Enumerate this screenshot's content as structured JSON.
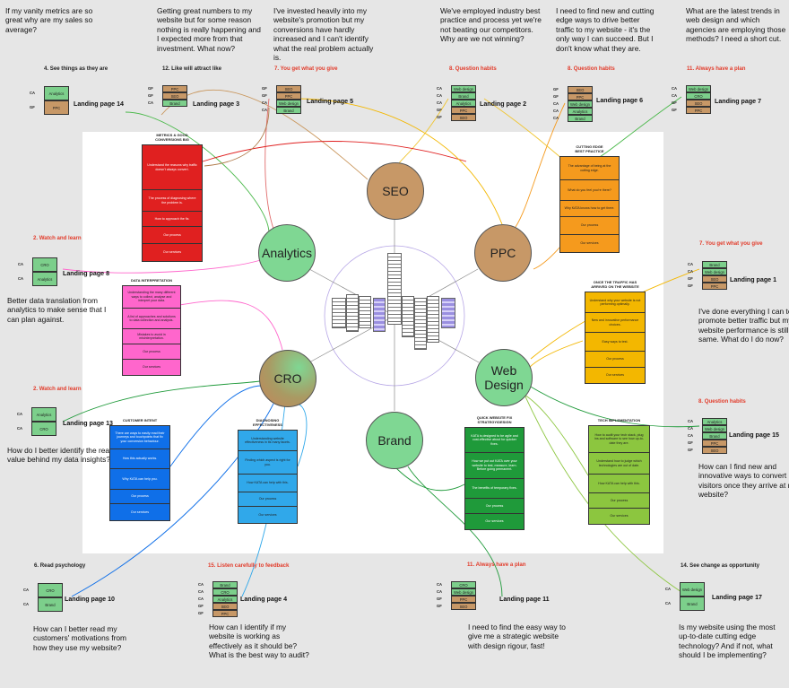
{
  "questions": [
    "If my vanity metrics are so great why are my sales so average?",
    "Getting great numbers to my website but for some reason nothing is really happening and I expected more from that investment. What now?",
    "I've invested heavily into my website's promotion but my conversions have hardly increased and I can't identify what the real problem actually is.",
    "We've employed industry best practice and process yet we're not beating our competitors. Why are we not winning?",
    "I need to find new and cutting edge ways to drive better traffic to my website - it's the only way I can succeed. But I don't know what they are.",
    "What are the latest trends in web design and which agencies are employing those methods? I need a short cut.",
    "Better data translation from analytics to make sense that I can plan against.",
    "How do I better identify the real value behind my data insights?",
    "I've done everything I can to promote better traffic but my website performance is still the same. What do I do now?",
    "How can I find new and innovative ways to convert visitors once they arrive at my website?",
    "How can I better read my customers' motivations from how they use my website?",
    "How can I identify if my website is working as effectively as it should be? What is the best way to audit?",
    "I need to find the easy way to give me a strategic website with design rigour, fast!",
    "Is my website using the most up-to-date cutting edge technology? And if not, what should I be implementing?"
  ],
  "habits": [
    "4. See things as they are",
    "12. Like will attract like",
    "7. You get what you give",
    "8. Question habits",
    "8. Question habits",
    "11. Always have a plan",
    "2. Watch and learn",
    "2. Watch and learn",
    "7. You get what you give",
    "8. Question habits",
    "6. Read psychology",
    "15. Listen carefully to feedback",
    "11. Always have a  plan",
    "14. See change as opportunity"
  ],
  "landing_pages": [
    "Landing page 14",
    "Landing page 3",
    "Landing page 5",
    "Landing page 2",
    "Landing page 6",
    "Landing page 7",
    "Landing page 8",
    "Landing page 13",
    "Landing page 1",
    "Landing page 15",
    "Landing page 10",
    "Landing page 4",
    "Landing page 11",
    "Landing page 17"
  ],
  "stacks": [
    [
      [
        "CA",
        "Analytics",
        "green"
      ],
      [
        "GF",
        "PPC",
        "tan"
      ]
    ],
    [
      [
        "GF",
        "PPC",
        "tan"
      ],
      [
        "GF",
        "SEO",
        "tan"
      ],
      [
        "CA",
        "Brand",
        "green"
      ]
    ],
    [
      [
        "GF",
        "SEO",
        "tan"
      ],
      [
        "GF",
        "PPC",
        "tan"
      ],
      [
        "CA",
        "Web design",
        "green"
      ],
      [
        "CA",
        "Brand",
        "green"
      ]
    ],
    [
      [
        "CA",
        "Web design",
        "green"
      ],
      [
        "CA",
        "Brand",
        "green"
      ],
      [
        "CA",
        "Analytics",
        "green"
      ],
      [
        "GF",
        "PPC",
        "tan"
      ],
      [
        "GF",
        "SEO",
        "tan"
      ]
    ],
    [
      [
        "GF",
        "SEO",
        "tan"
      ],
      [
        "GF",
        "PPC",
        "tan"
      ],
      [
        "CA",
        "Web design",
        "green"
      ],
      [
        "CA",
        "Analytics",
        "green"
      ],
      [
        "CA",
        "Brand",
        "green"
      ]
    ],
    [
      [
        "CA",
        "Web design",
        "green"
      ],
      [
        "CA",
        "CRO",
        "green"
      ],
      [
        "GF",
        "SEO",
        "tan"
      ],
      [
        "GF",
        "PPC",
        "tan"
      ]
    ],
    [
      [
        "CA",
        "CRO",
        "green"
      ],
      [
        "CA",
        "Analytics",
        "green"
      ]
    ],
    [
      [
        "CA",
        "Analytics",
        "green"
      ],
      [
        "CA",
        "CRO",
        "green"
      ]
    ],
    [
      [
        "CA",
        "Brand",
        "green"
      ],
      [
        "CA",
        "Web design",
        "green"
      ],
      [
        "GF",
        "SEO",
        "tan"
      ],
      [
        "GF",
        "PPC",
        "tan"
      ]
    ],
    [
      [
        "CA",
        "Analytics",
        "green"
      ],
      [
        "CA",
        "Web design",
        "green"
      ],
      [
        "CA",
        "Brand",
        "green"
      ],
      [
        "GF",
        "PPC",
        "tan"
      ],
      [
        "GF",
        "SEO",
        "tan"
      ]
    ],
    [
      [
        "CA",
        "CRO",
        "green"
      ],
      [
        "CA",
        "Brand",
        "green"
      ]
    ],
    [
      [
        "CA",
        "Brand",
        "green"
      ],
      [
        "CA",
        "CRO",
        "green"
      ],
      [
        "CA",
        "Analytics",
        "green"
      ],
      [
        "GF",
        "SEO",
        "tan"
      ],
      [
        "GF",
        "PPC",
        "tan"
      ]
    ],
    [
      [
        "CA",
        "CRO",
        "green"
      ],
      [
        "CA",
        "Web design",
        "green"
      ],
      [
        "GF",
        "PPC",
        "tan"
      ],
      [
        "GF",
        "SEO",
        "tan"
      ]
    ],
    [
      [
        "CA",
        "Web design",
        "green"
      ],
      [
        "CA",
        "Brand",
        "green"
      ]
    ]
  ],
  "hubs": [
    "SEO",
    "Analytics",
    "PPC",
    "CRO",
    "Web\nDesign",
    "Brand"
  ],
  "colors": {
    "tan": "#c79867",
    "green": "#7ccf8b",
    "red": "#e02020",
    "magenta": "#ff66cc",
    "orange": "#f59a1d",
    "yellow": "#f3b700",
    "blue": "#0f6fe8",
    "lightblue": "#30a8ea",
    "darkgreen": "#1f9a3a",
    "lime": "#8cc63f",
    "habit_red": "#e23b2a"
  },
  "cards": [
    {
      "title": "METRICS & GOOD\nCONVERSIONS BIG",
      "color": "red",
      "cells": [
        "Understand the reasons why traffic doesn't always convert.",
        "The process of diagnosing where the problem is.",
        "How to approach the fix.",
        "Our process",
        "Our services"
      ]
    },
    {
      "title": "DATA INTERPRETATION",
      "color": "magenta",
      "cells": [
        "Understanding the many different ways to collect, analyse and interpret your data.",
        "A list of approaches and solutions to data collection and analysis.",
        "Mistakes to avoid in misinterpretation.",
        "Our process",
        "Our services"
      ]
    },
    {
      "title": "CUTTING EDGE\nBEST PRACTICE",
      "color": "orange",
      "cells": [
        "The advantage of being at the cutting edge.",
        "What do you feel you're there?",
        "Why KATA knows how to get there.",
        "Our process",
        "Our services"
      ]
    },
    {
      "title": "ONCE THE TRAFFIC HAS\nARRIVED ON THE WEBSITE",
      "color": "yellow",
      "cells": [
        "Understand why your website is not performing optimally.",
        "New and innovative performance choices.",
        "Easy ways to test.",
        "Our process",
        "Our services"
      ]
    },
    {
      "title": "CUSTOMER INTENT",
      "color": "blue",
      "cells": [
        "There are ways to easily read their journeys and touchpoints that fix your conversion behaviour.",
        "How this actually works.",
        "Why KATA can help you.",
        "Our process",
        "Our services"
      ]
    },
    {
      "title": "DIAGNOSING\nEFFECTIVENESS",
      "color": "lightblue",
      "cells": [
        "Understanding website effectiveness in its many facets.",
        "Finding which aspect is right for you.",
        "How KATA can help with this.",
        "Our process",
        "Our services"
      ]
    },
    {
      "title": "QUICK WEBSITE FIX\nSTRATEGY/DESIGN",
      "color": "darkgreen",
      "cells": [
        "KATA is designed to be agile and cost-effective about for quicker fixes.",
        "How we put out KATA over your website to test, measure, learn. Before going permanent.",
        "The benefits of temporary fixes.",
        "Our process",
        "Our services"
      ]
    },
    {
      "title": "TECH IMPLEMENTATION",
      "color": "lime",
      "cells": [
        "How to audit your tech stack, plug ins and software to see how up-to-date they are.",
        "Understand how to judge which technologies are out of date.",
        "How KATA can help with this.",
        "Our process",
        "Our services"
      ]
    }
  ]
}
